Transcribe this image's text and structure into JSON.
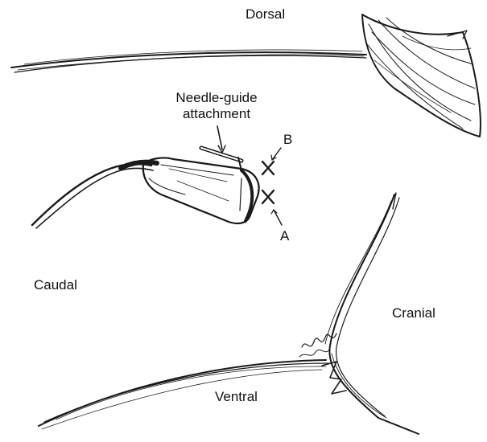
{
  "labels": {
    "dorsal": "Dorsal",
    "needle_guide_line1": "Needle-guide",
    "needle_guide_line2": "attachment",
    "point_b": "B",
    "point_a": "A",
    "caudal": "Caudal",
    "cranial": "Cranial",
    "ventral": "Ventral"
  },
  "colors": {
    "ink": "#1a1a1a",
    "background": "#ffffff"
  },
  "icons": {
    "probe": "ultrasound-probe-sketch",
    "marker": "x-mark"
  }
}
